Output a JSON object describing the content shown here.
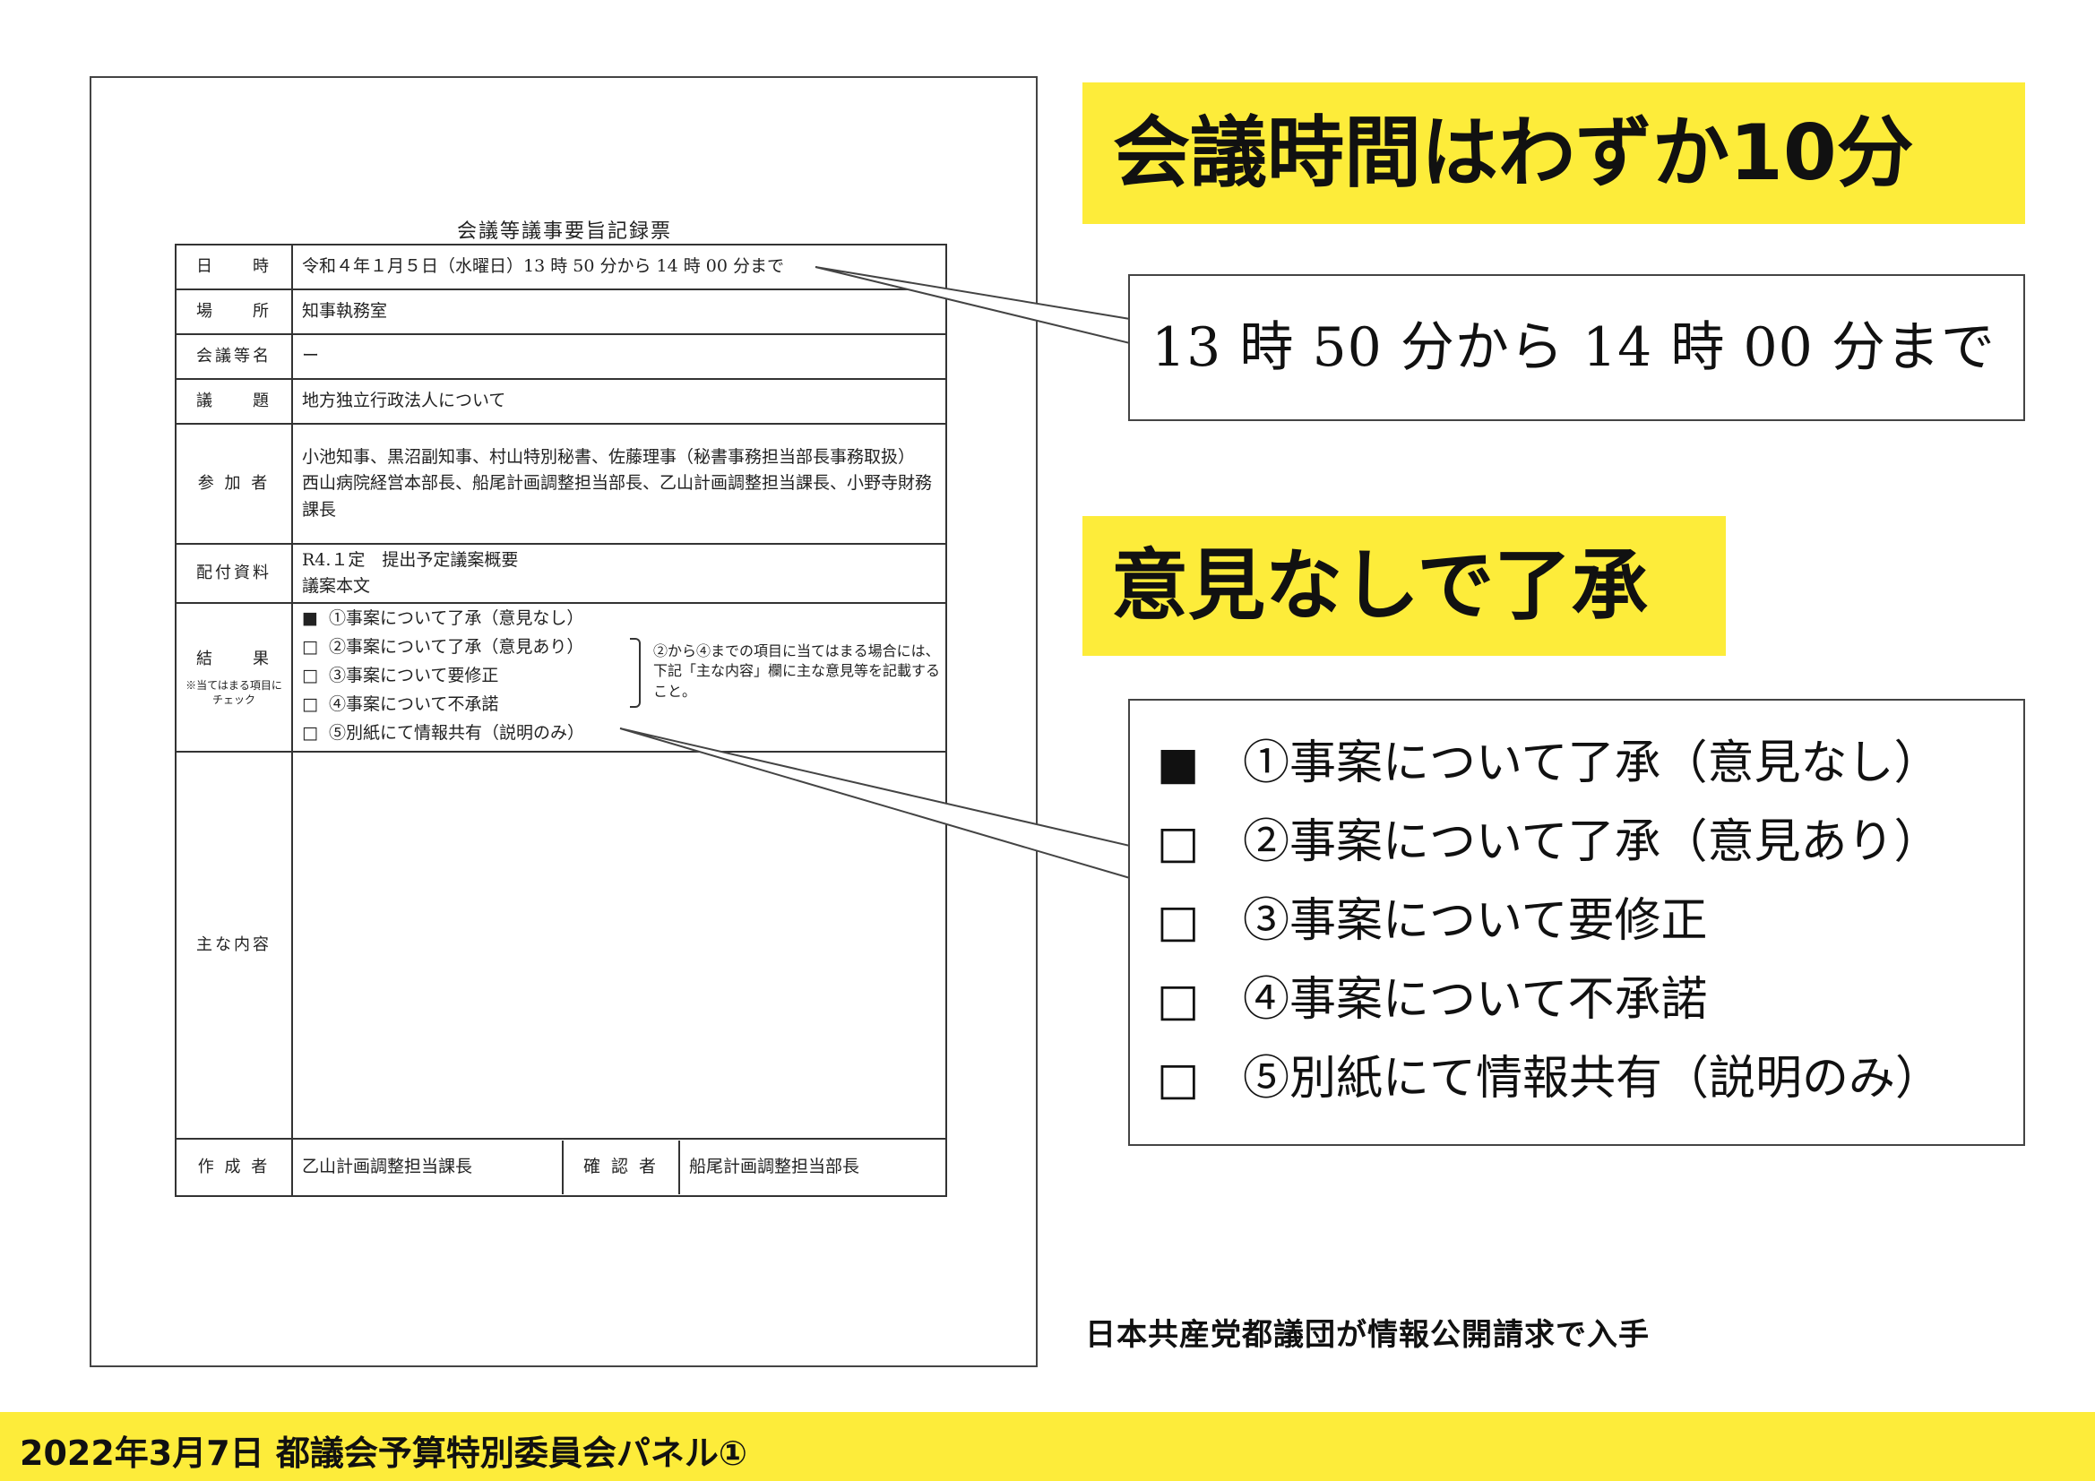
{
  "document": {
    "title": "会議等議事要旨記録票",
    "rows": {
      "datetime": {
        "label": "日　　時",
        "value": "令和４年１月５日（水曜日）13 時 50 分から 14 時 00 分まで"
      },
      "place": {
        "label": "場　　所",
        "value": "知事執務室"
      },
      "meeting_name": {
        "label": "会議等名",
        "value": "ー"
      },
      "agenda": {
        "label": "議　　題",
        "value": "地方独立行政法人について"
      },
      "attendees": {
        "label": "参 加 者",
        "line1": "小池知事、黒沼副知事、村山特別秘書、佐藤理事（秘書事務担当部長事務取扱）",
        "line2": "西山病院経営本部長、船尾計画調整担当部長、乙山計画調整担当課長、小野寺財務課長"
      },
      "materials": {
        "label": "配付資料",
        "line1": "R4.１定　提出予定議案概要",
        "line2": "議案本文"
      },
      "result": {
        "label": "結　　果",
        "sub_label": "※当てはまる項目にチェック",
        "options": [
          {
            "mark": "■",
            "text": "①事案について了承（意見なし）"
          },
          {
            "mark": "□",
            "text": "②事案について了承（意見あり）"
          },
          {
            "mark": "□",
            "text": "③事案について要修正"
          },
          {
            "mark": "□",
            "text": "④事案について不承諾"
          },
          {
            "mark": "□",
            "text": "⑤別紙にて情報共有（説明のみ）"
          }
        ],
        "note": "②から④までの項目に当てはまる場合には、下記「主な内容」欄に主な意見等を記載すること。"
      },
      "content": {
        "label": "主な内容",
        "value": ""
      },
      "footer": {
        "author_label": "作 成 者",
        "author": "乙山計画調整担当課長",
        "confirmer_label": "確 認 者",
        "confirmer": "船尾計画調整担当部長"
      }
    }
  },
  "headline_time": "会議時間はわずか10分",
  "zoom_time": "13 時 50 分から 14 時 00 分まで",
  "headline_approval": "意見なしで了承",
  "zoom_result": [
    {
      "mark": "■",
      "text": "①事案について了承（意見なし）"
    },
    {
      "mark": "□",
      "text": "②事案について了承（意見あり）"
    },
    {
      "mark": "□",
      "text": "③事案について要修正"
    },
    {
      "mark": "□",
      "text": "④事案について不承諾"
    },
    {
      "mark": "□",
      "text": "⑤別紙にて情報共有（説明のみ）"
    }
  ],
  "source_note": "日本共産党都議団が情報公開請求で入手",
  "footer_caption": "2022年3月7日 都議会予算特別委員会パネル①",
  "colors": {
    "highlight": "#fdec3a",
    "border": "#444444",
    "text": "#111111"
  }
}
